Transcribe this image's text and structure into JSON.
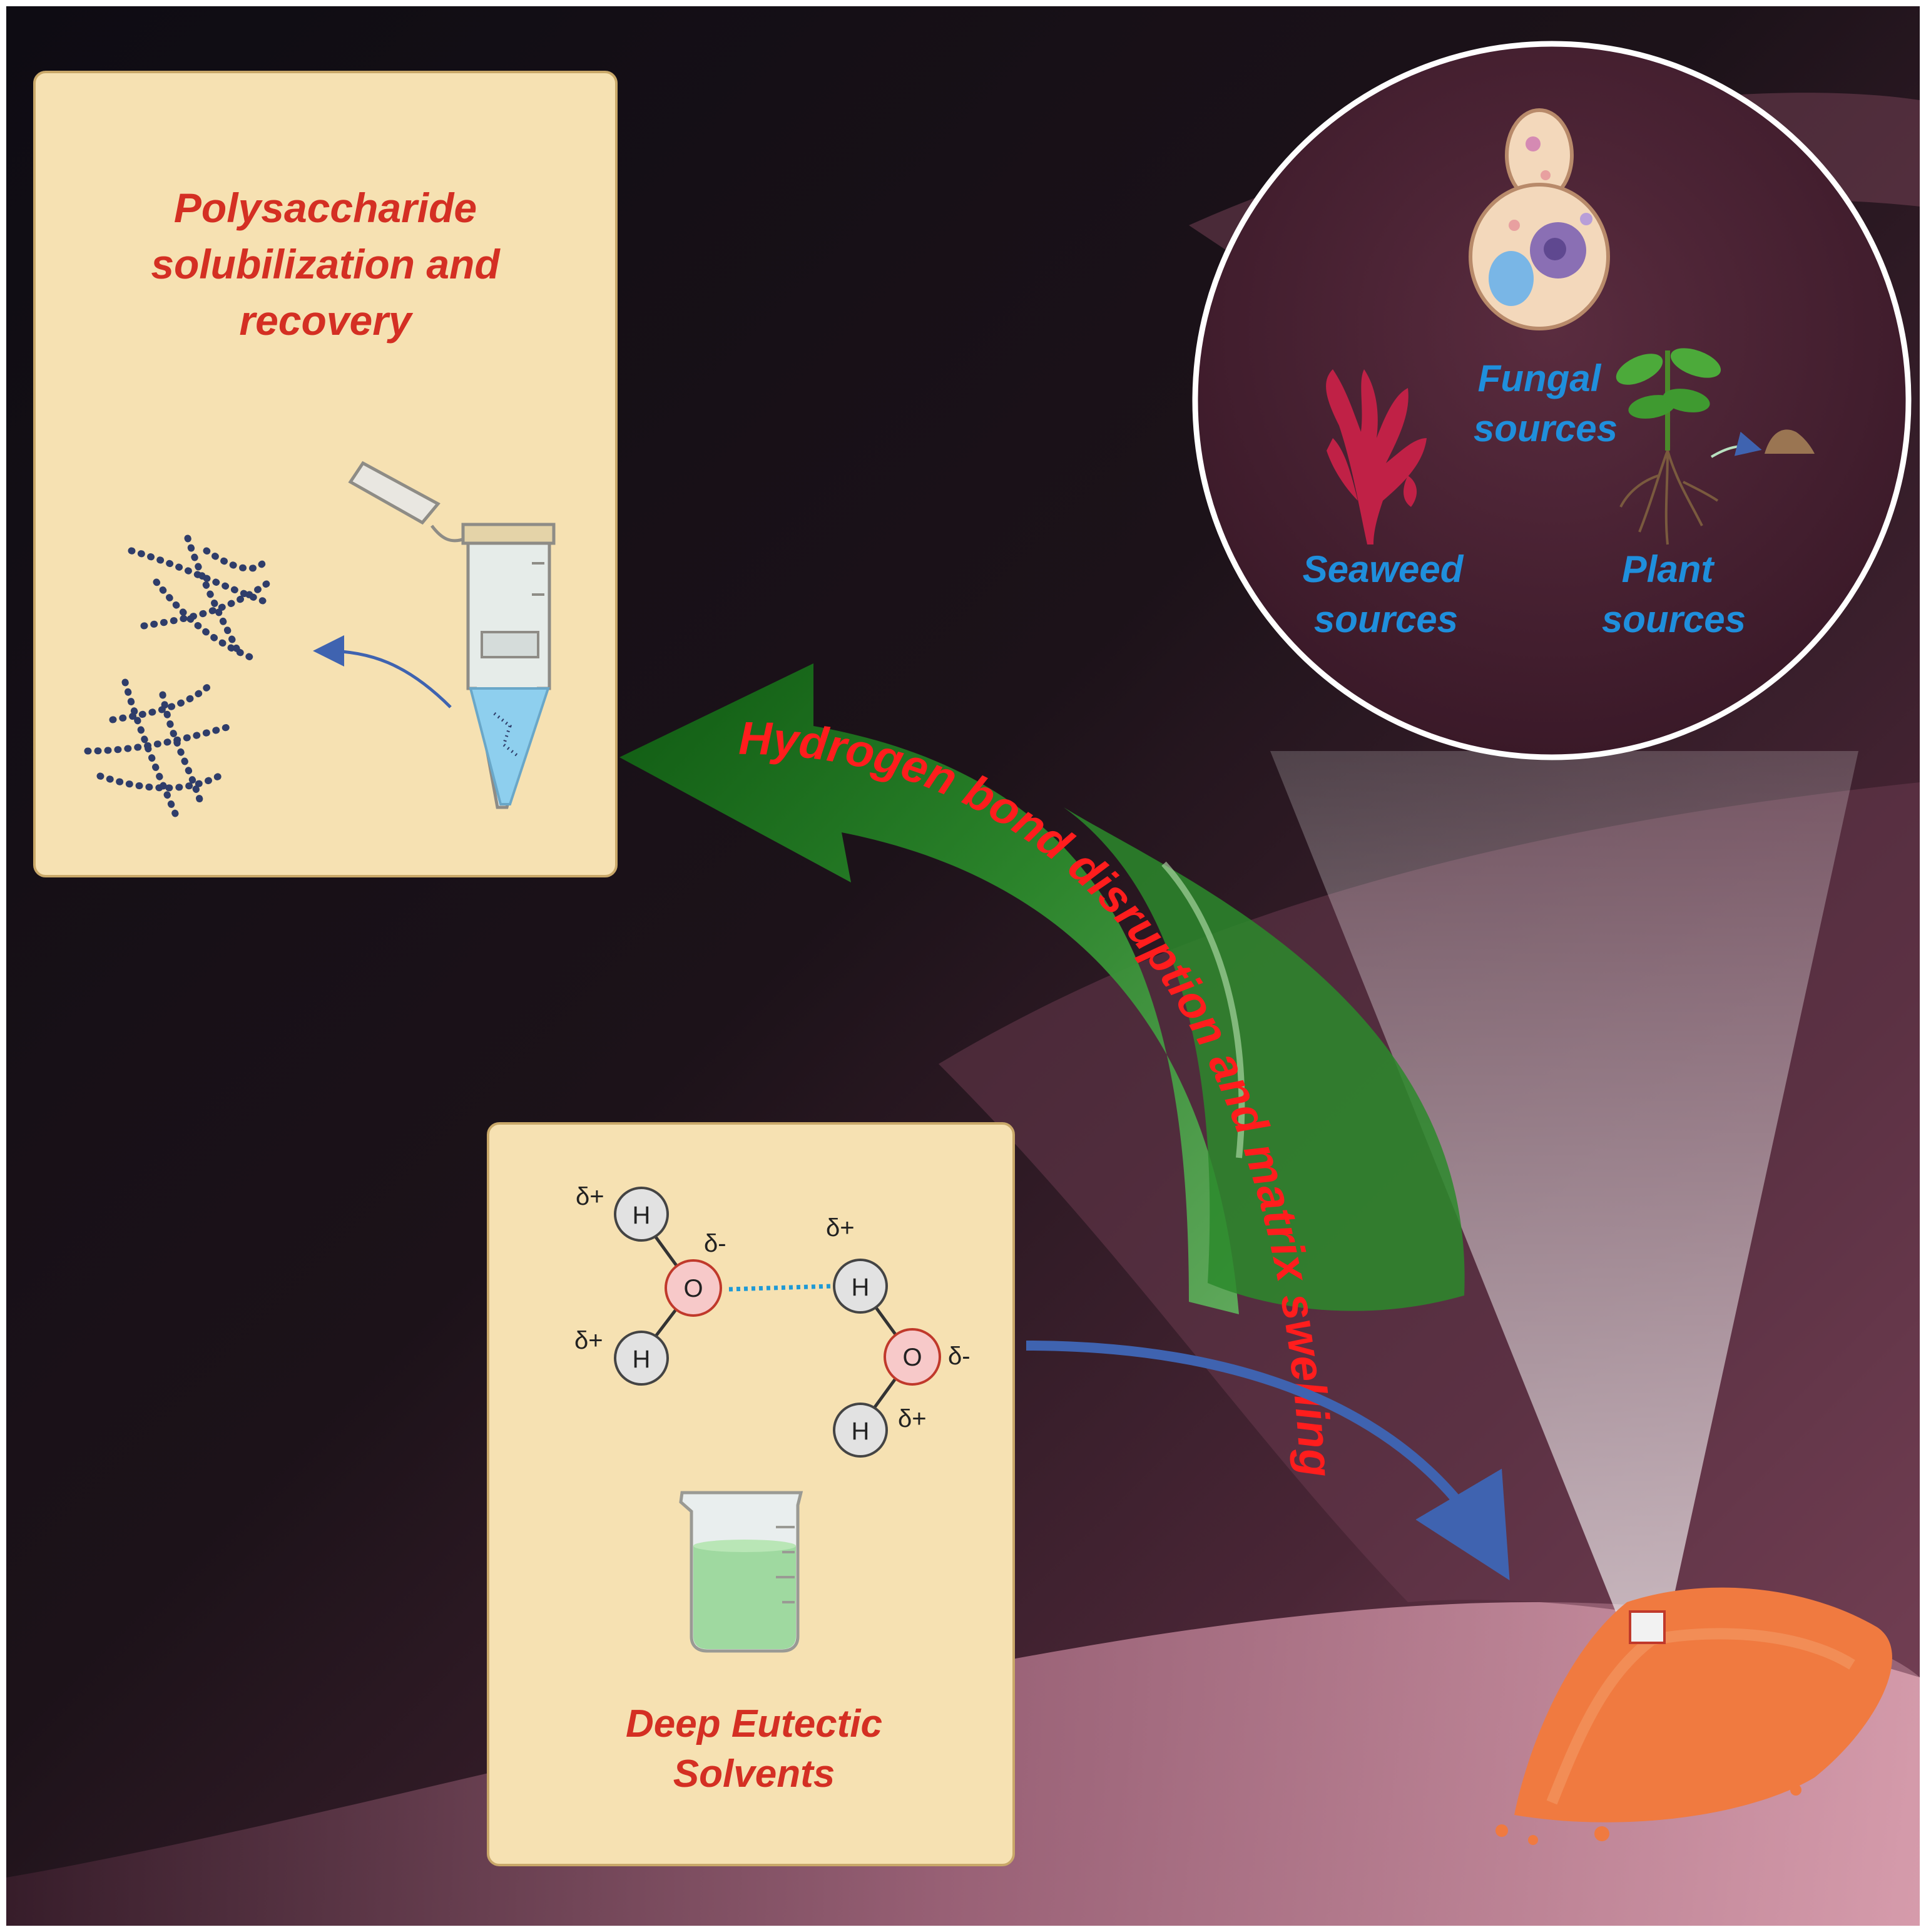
{
  "panels": {
    "top_left": {
      "title_lines": [
        "Polysaccharide",
        "solubilization and",
        "recovery"
      ]
    },
    "bottom": {
      "title_lines": [
        "Deep Eutectic",
        "Solvents"
      ],
      "molecule": {
        "hydrogen": "H",
        "oxygen": "O",
        "delta_plus": "δ+",
        "delta_minus": "δ-"
      }
    }
  },
  "sources_circle": {
    "fungal": [
      "Fungal",
      "sources"
    ],
    "seaweed": [
      "Seaweed",
      "sources"
    ],
    "plant": [
      "Plant",
      "sources"
    ]
  },
  "arrow_label": "Hydrogen bond disruption and matrix swelling",
  "colors": {
    "title_red": "#d42f23",
    "source_blue": "#1f8fdc",
    "arrow_green": "#1f7a20",
    "panel_bg": "#f6e1b2",
    "powder_orange": "#f07a40"
  }
}
